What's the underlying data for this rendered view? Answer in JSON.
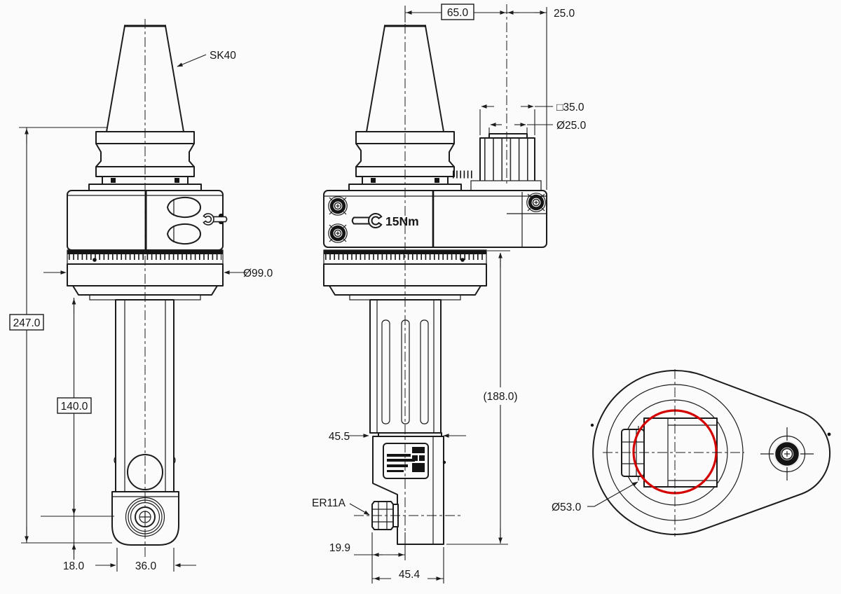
{
  "drawing": {
    "type": "technical-drawing",
    "subject": "SK40 angle head tool holder, three orthographic views",
    "colors": {
      "line": "#1c1c1c",
      "highlight_circle": "#d40000",
      "background": "#fbfbfb"
    },
    "labels": {
      "sk40": "SK40",
      "torque": "15Nm",
      "collet": "ER11A"
    },
    "dims": {
      "d65": "65.0",
      "d25": "25.0",
      "sq35": "□35.0",
      "dia25": "Ø25.0",
      "dia99": "Ø99.0",
      "d247": "247.0",
      "d140": "140.0",
      "d18": "18.0",
      "d36": "36.0",
      "d45_5": "45.5",
      "d188": "(188.0)",
      "d19_9": "19.9",
      "d45_4": "45.4",
      "dia53": "Ø53.0"
    }
  }
}
